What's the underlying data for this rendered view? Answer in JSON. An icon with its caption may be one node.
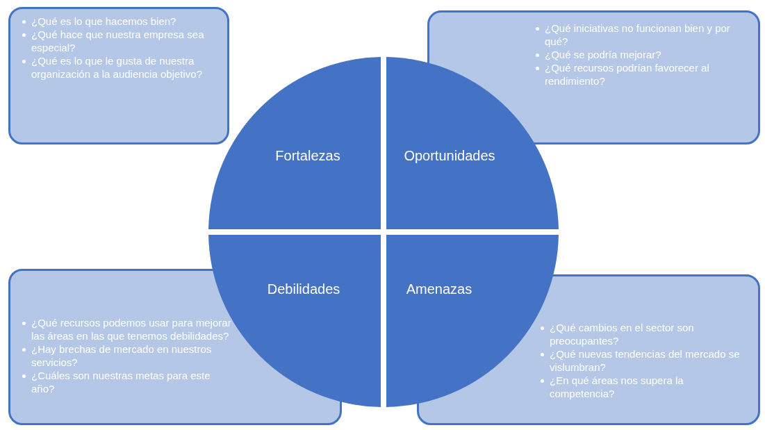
{
  "diagram": {
    "nodes": [
      {
        "text": [
          "¿Qué es lo que hacemos bien?",
          "¿Qué hace que nuestra empresa sea especial?",
          "¿Qué es lo que le gusta de nuestra organización a la audiencia objetivo?"
        ]
      },
      {
        "text": [
          "¿Qué iniciativas no funcionan bien y por qué?",
          "¿Qué se podría mejorar?",
          "¿Qué recursos podrían favorecer al rendimiento?"
        ]
      },
      {
        "text": [
          "¿Qué recursos podemos usar para mejorar las áreas en las que tenemos debilidades?",
          "¿Hay brechas de mercado en nuestros servicios?",
          "¿Cuáles son nuestras metas para este año?"
        ]
      },
      {
        "text": [
          "¿Qué cambios en el sector son preocupantes?",
          "¿Qué nuevas tendencias del mercado se vislumbran?",
          "¿En qué áreas nos supera la competencia?"
        ]
      },
      {
        "text": [
          "Fortalezas"
        ]
      },
      {
        "text": [
          "Oportunidades"
        ]
      },
      {
        "text": [
          "Debilidades"
        ]
      },
      {
        "text": [
          "Amenazas"
        ]
      }
    ]
  }
}
